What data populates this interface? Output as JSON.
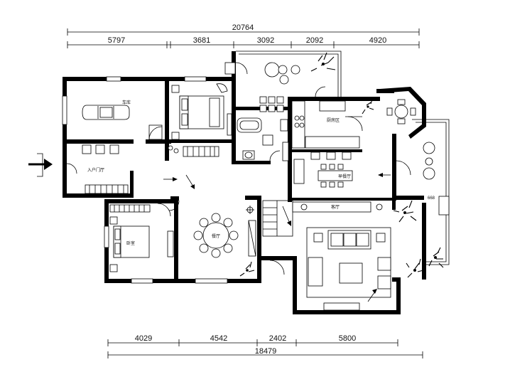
{
  "dimensions": {
    "top_total": "20764",
    "top_segments": [
      "5797",
      "3681",
      "3092",
      "2092",
      "4920"
    ],
    "bottom_segments": [
      "4029",
      "4542",
      "2402",
      "5800"
    ],
    "bottom_total": "18479",
    "side_small": "668"
  },
  "rooms": {
    "garage": "车库",
    "entry_hall": "入户门厅",
    "bedroom_lower": "卧室",
    "dining": "餐厅",
    "kitchen": "厨房区",
    "breakfast": "早餐厅",
    "living": "客厅"
  },
  "icons": [
    "entry-arrow-icon",
    "car-icon",
    "bed-icon",
    "round-table-icon",
    "sofa-icon",
    "plant-icon",
    "door-swing-icon"
  ]
}
